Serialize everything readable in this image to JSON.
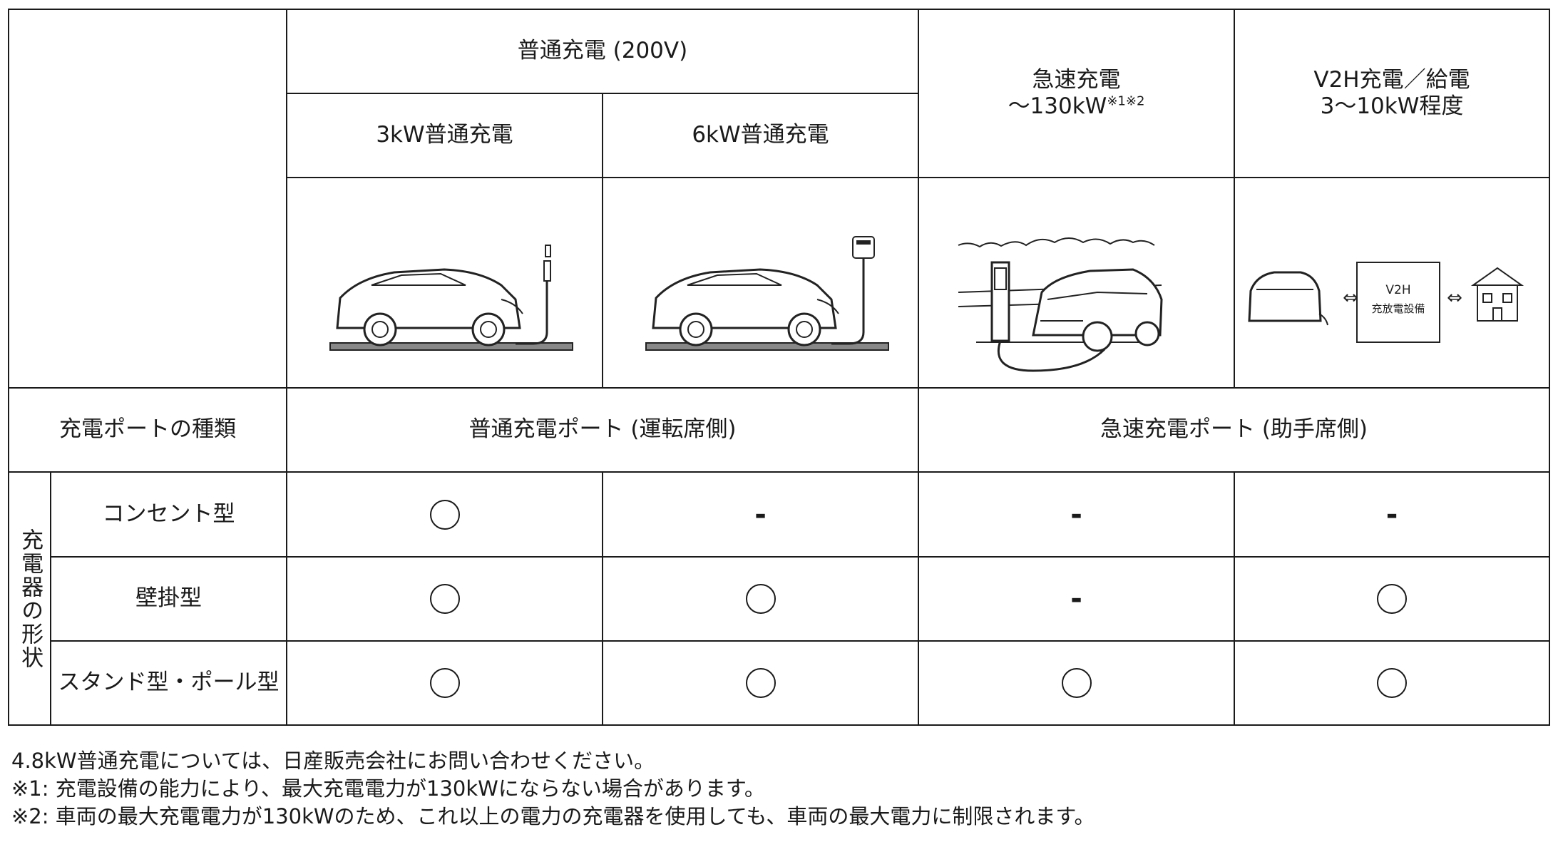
{
  "header": {
    "normal_group": "普通充電 (200V)",
    "col_3kw": "3kW普通充電",
    "col_6kw": "6kW普通充電",
    "quick_line1": "急速充電",
    "quick_line2": "〜130kW",
    "quick_sup": "※1※2",
    "v2h_line1": "V2H充電／給電",
    "v2h_line2": "3〜10kW程度"
  },
  "illustrations": {
    "v2h_box_line1": "V2H",
    "v2h_box_line2": "充放電設備",
    "arrow": "⇔"
  },
  "port_row": {
    "label": "充電ポートの種類",
    "normal_port": "普通充電ポート (運転席側)",
    "quick_port": "急速充電ポート (助手席側)"
  },
  "charger_group": "充電器の形状",
  "rows": [
    {
      "label": "コンセント型",
      "cells": [
        "circle",
        "-",
        "-",
        "-"
      ]
    },
    {
      "label": "壁掛型",
      "cells": [
        "circle",
        "circle",
        "-",
        "circle"
      ]
    },
    {
      "label": "スタンド型・ポール型",
      "cells": [
        "circle",
        "circle",
        "circle",
        "circle"
      ]
    }
  ],
  "dash": "-",
  "notes": [
    "4.8kW普通充電については、日産販売会社にお問い合わせください。",
    "※1: 充電設備の能力により、最大充電電力が130kWにならない場合があります。",
    "※2: 車両の最大充電電力が130kWのため、これ以上の電力の充電器を使用しても、車両の最大電力に制限されます。"
  ]
}
